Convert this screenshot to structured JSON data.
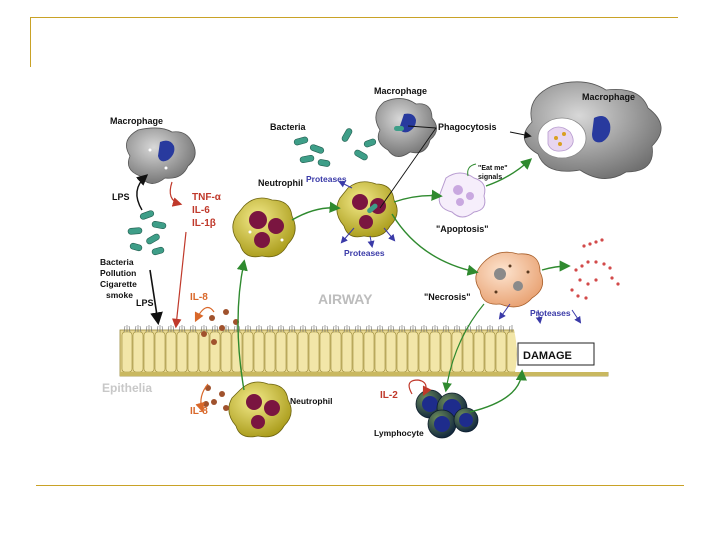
{
  "colors": {
    "accent_rule": "#c9a227",
    "macrophage": "#8f8f8f",
    "neutrophil": "#c9bc2a",
    "nucleus": "#7a1540",
    "bacteria": "#3e9e88",
    "lymphocyte": "#1d3e63",
    "green_arrow": "#2f8a2f",
    "red_text": "#c0392b",
    "orange_text": "#d9682a",
    "blue_text": "#3a3aa8",
    "epithelium": "#e8d890",
    "damage": "#ffffff"
  },
  "labels": {
    "macrophage_left": "Macrophage",
    "macrophage_mid": "Macrophage",
    "macrophage_right": "Macrophage",
    "bacteria_top": "Bacteria",
    "phagocytosis": "Phagocytosis",
    "lps_top": "LPS",
    "tnf": "TNF-α",
    "il6": "IL-6",
    "il1b": "IL-1β",
    "neutrophil_top": "Neutrophil",
    "proteases_top": "Proteases",
    "proteases_mid": "Proteases",
    "eat_me_line1": "\"Eat me\"",
    "eat_me_line2": "signals",
    "apoptosis": "\"Apoptosis\"",
    "necrosis": "\"Necrosis\"",
    "proteases_right": "Proteases",
    "airway": "AIRWAY",
    "source_line1": "Bacteria",
    "source_line2": "Pollution",
    "source_line3": "Cigarette",
    "source_line4": "smoke",
    "lps_bottom": "LPS",
    "il8_top": "IL-8",
    "il8_bottom": "IL-8",
    "damage": "DAMAGE",
    "epithelia": "Epithelia",
    "neutrophil_bottom": "Neutrophil",
    "il2": "IL-2",
    "lymphocyte": "Lymphocyte"
  }
}
